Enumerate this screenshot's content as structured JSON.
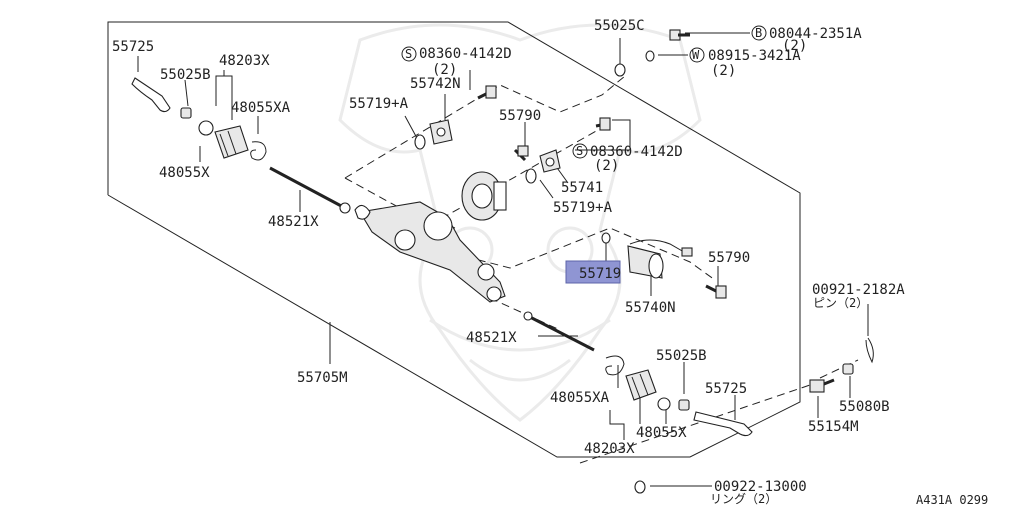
{
  "diagram_code": "A431A 0299",
  "highlight_color": "#8f95d3",
  "labels": {
    "p55725_top": "55725",
    "p55025B_top": "55025B",
    "p48203X_top": "48203X",
    "p48055XA_top": "48055XA",
    "p48055X_top": "48055X",
    "p48521X_top": "48521X",
    "p55719A_top": "55719+A",
    "p55742N": "55742N",
    "s08360_top": "08360-4142D",
    "s08360_top_qty": "(2)",
    "p55025C": "55025C",
    "b08044": "08044-2351A",
    "b08044_qty": "(2)",
    "w08915": "08915-3421A",
    "w08915_qty": "(2)",
    "p55790_top": "55790",
    "s08360_mid": "08360-4142D",
    "s08360_mid_qty": "(2)",
    "p55741": "55741",
    "p55719A_mid": "55719+A",
    "p55719_hl": "55719",
    "p55790_right": "55790",
    "p55740N": "55740N",
    "p00921": "00921-2182A",
    "p00921_sub": "ピン（2）",
    "p48521X_bot": "48521X",
    "p55705M": "55705M",
    "p55025B_bot": "55025B",
    "p55725_bot": "55725",
    "p48055XA_bot": "48055XA",
    "p48055X_bot": "48055X",
    "p48203X_bot": "48203X",
    "p55154M": "55154M",
    "p55080B": "55080B",
    "p00922": "00922-13000",
    "p00922_sub": "リング（2）",
    "circle_S": "S",
    "circle_B": "B",
    "circle_W": "W"
  }
}
